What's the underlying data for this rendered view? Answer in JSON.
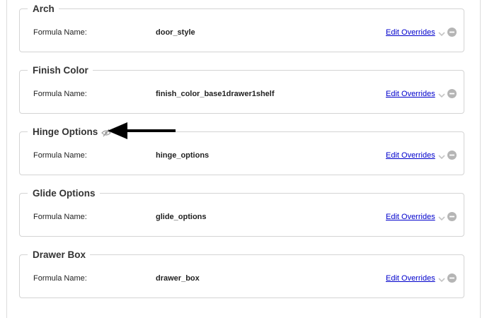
{
  "sections": [
    {
      "title": "Arch",
      "label": "Formula Name:",
      "value": "door_style",
      "link": "Edit Overrides",
      "has_eye_icon": false
    },
    {
      "title": "Finish Color",
      "label": "Formula Name:",
      "value": "finish_color_base1drawer1shelf",
      "link": "Edit Overrides",
      "has_eye_icon": false
    },
    {
      "title": "Hinge Options",
      "label": "Formula Name:",
      "value": "hinge_options",
      "link": "Edit Overrides",
      "has_eye_icon": true
    },
    {
      "title": "Glide Options",
      "label": "Formula Name:",
      "value": "glide_options",
      "link": "Edit Overrides",
      "has_eye_icon": false
    },
    {
      "title": "Drawer Box",
      "label": "Formula Name:",
      "value": "drawer_box",
      "link": "Edit Overrides",
      "has_eye_icon": false
    }
  ],
  "icons": {
    "visibility": "eye-slash-icon",
    "expand": "chevron-down-icon",
    "remove": "minus-circle-icon",
    "annotation": "arrow-left-icon"
  },
  "colors": {
    "link": "#0000cc",
    "border": "#d4d4d4",
    "icon_gray": "#b5b5b5",
    "annotation": "#000000"
  }
}
